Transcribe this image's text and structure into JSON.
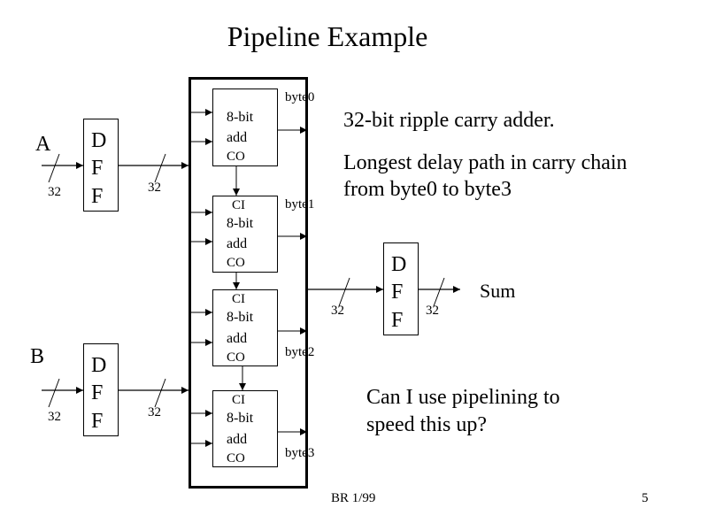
{
  "slide": {
    "title": "Pipeline Example",
    "footer_left": "BR 1/99",
    "page_number": "5"
  },
  "inputs": {
    "a_label": "A",
    "b_label": "B",
    "bus_width": "32"
  },
  "dff": {
    "letters": [
      "D",
      "F",
      "F"
    ]
  },
  "adders": [
    {
      "ci": "",
      "line1": "8-bit",
      "line2": "add",
      "co": "CO",
      "output": "byte0"
    },
    {
      "ci": "CI",
      "line1": "8-bit",
      "line2": "add",
      "co": "CO",
      "output": "byte1"
    },
    {
      "ci": "CI",
      "line1": "8-bit",
      "line2": "add",
      "co": "CO",
      "output": "byte2"
    },
    {
      "ci": "CI",
      "line1": "8-bit",
      "line2": "add",
      "co": "CO",
      "output": "byte3"
    }
  ],
  "output": {
    "bus_width_in": "32",
    "bus_width_out": "32",
    "label": "Sum"
  },
  "notes": {
    "adder_desc": "32-bit ripple carry adder.",
    "delay_line1": "Longest delay path in carry chain",
    "delay_line2": "from byte0 to byte3",
    "question_line1": "Can I use pipelining to",
    "question_line2": "speed this up?"
  }
}
